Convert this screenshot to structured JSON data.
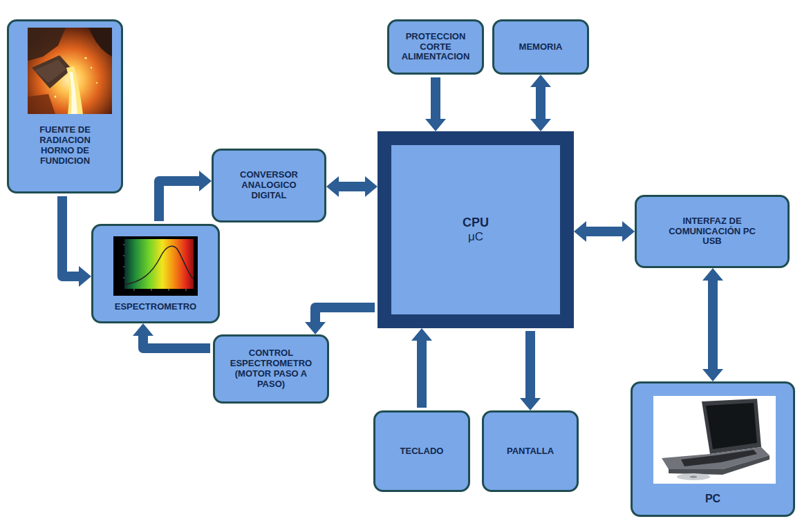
{
  "diagram": {
    "nodes": [
      {
        "text": [
          "FUENTE DE RADIACION HORNO DE FUNDICION"
        ]
      },
      {
        "text": [
          "PROTECCION CORTE ALIMENTACION"
        ]
      },
      {
        "text": [
          "MEMORIA"
        ]
      },
      {
        "text": [
          "CONVERSOR ANALOGICO DIGITAL"
        ]
      },
      {
        "text": [
          "CPU",
          "μC"
        ]
      },
      {
        "text": [
          "ESPECTROMETRO"
        ]
      },
      {
        "text": [
          "CONTROL ESPECTROMETRO (MOTOR PASO A PASO)"
        ]
      },
      {
        "text": [
          "INTERFAZ DE COMUNICACIÓN PC USB"
        ]
      },
      {
        "text": [
          "TECLADO"
        ]
      },
      {
        "text": [
          "PANTALLA"
        ]
      },
      {
        "text": [
          "PC"
        ]
      }
    ],
    "edges": [
      {
        "from": 0,
        "to": 5,
        "arrow": "to"
      },
      {
        "from": 5,
        "to": 3,
        "arrow": "to"
      },
      {
        "from": 3,
        "to": 4,
        "arrow": "both"
      },
      {
        "from": 1,
        "to": 4,
        "arrow": "to"
      },
      {
        "from": 2,
        "to": 4,
        "arrow": "both"
      },
      {
        "from": 4,
        "to": 7,
        "arrow": "both"
      },
      {
        "from": 7,
        "to": 10,
        "arrow": "both"
      },
      {
        "from": 4,
        "to": 6,
        "arrow": "to"
      },
      {
        "from": 6,
        "to": 5,
        "arrow": "to"
      },
      {
        "from": 8,
        "to": 4,
        "arrow": "to"
      },
      {
        "from": 4,
        "to": 9,
        "arrow": "to"
      }
    ]
  }
}
